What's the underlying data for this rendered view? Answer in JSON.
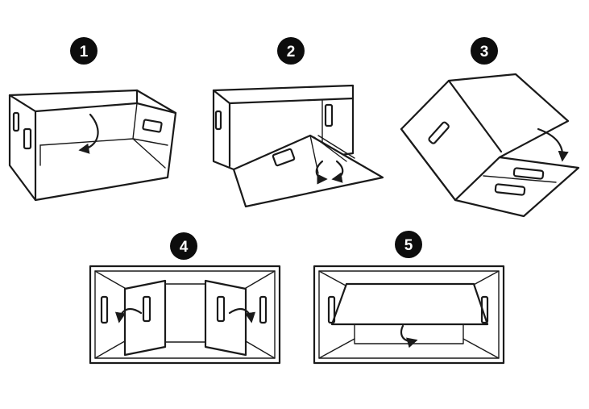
{
  "steps": [
    {
      "label": "1"
    },
    {
      "label": "2"
    },
    {
      "label": "3"
    },
    {
      "label": "4"
    },
    {
      "label": "5"
    }
  ],
  "colors": {
    "ink": "#1a1a1a",
    "badge": "#0d0d0d",
    "background": "#ffffff"
  }
}
